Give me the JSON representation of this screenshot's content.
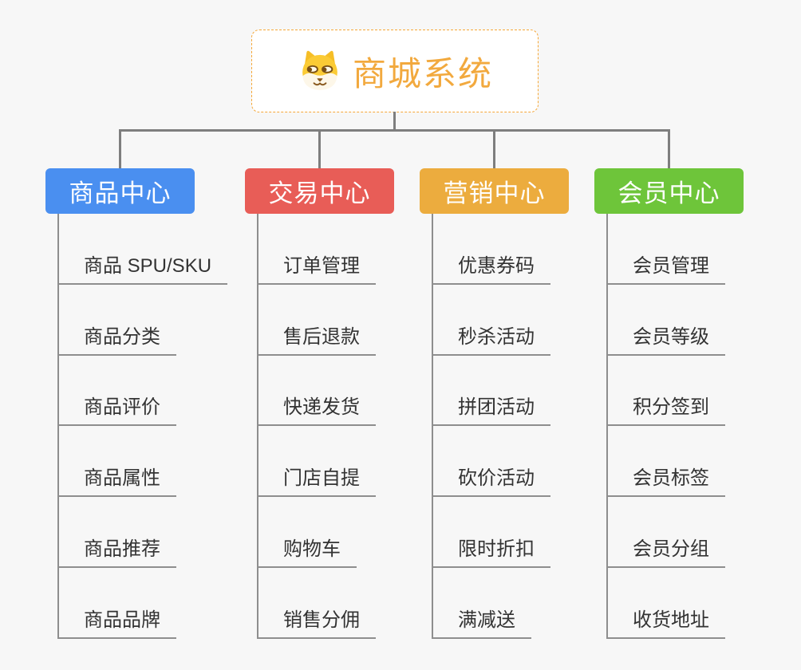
{
  "root": {
    "title": "商城系统",
    "icon": "dog-face-icon",
    "text_color": "#F2A93E",
    "border_color": "#F5A738"
  },
  "connector_color": "#7E7E7E",
  "columns": [
    {
      "label": "商品中心",
      "color": "#4A8FF0",
      "items": [
        "商品 SPU/SKU",
        "商品分类",
        "商品评价",
        "商品属性",
        "商品推荐",
        "商品品牌"
      ]
    },
    {
      "label": "交易中心",
      "color": "#E85D57",
      "items": [
        "订单管理",
        "售后退款",
        "快递发货",
        "门店自提",
        "购物车",
        "销售分佣"
      ]
    },
    {
      "label": "营销中心",
      "color": "#ECAC3E",
      "items": [
        "优惠券码",
        "秒杀活动",
        "拼团活动",
        "砍价活动",
        "限时折扣",
        "满减送"
      ]
    },
    {
      "label": "会员中心",
      "color": "#6EC53A",
      "items": [
        "会员管理",
        "会员等级",
        "积分签到",
        "会员标签",
        "会员分组",
        "收货地址"
      ]
    }
  ]
}
